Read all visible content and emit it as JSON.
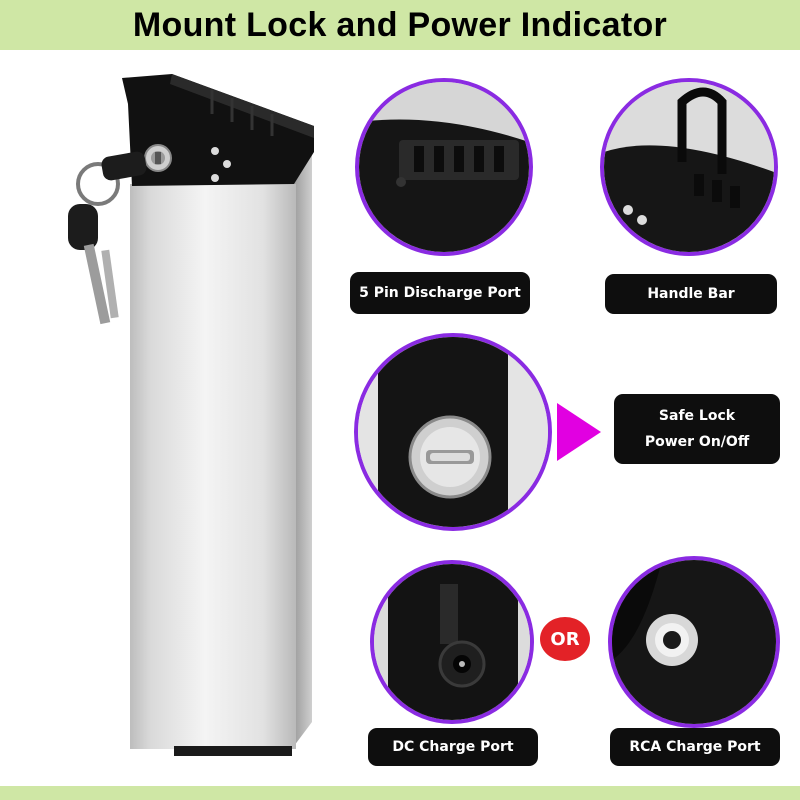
{
  "title": "Mount Lock and Power Indicator",
  "labels": {
    "discharge": "5 Pin Discharge Port",
    "handle": "Handle Bar",
    "lock_line1": "Safe Lock",
    "lock_line2": "Power On/Off",
    "dc": "DC Charge Port",
    "rca": "RCA Charge Port"
  },
  "or_badge": "OR",
  "colors": {
    "banner": "#cfe7a5",
    "circle_border": "#8a2be2",
    "arrow": "#e100e1",
    "badge": "#e32227",
    "label_bg": "#0e0e0e"
  },
  "icons": [
    "key-icon",
    "lock-cylinder-icon",
    "arrow-right-icon"
  ]
}
